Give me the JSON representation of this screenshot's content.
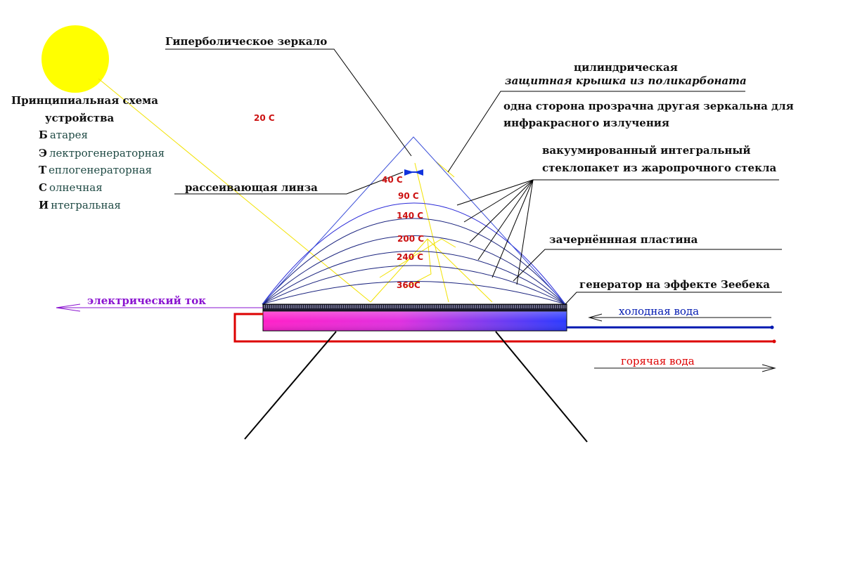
{
  "colors": {
    "sun": "#ffff00",
    "ray": "#f2e200",
    "arc": "#1a237e",
    "cover": "#3b4fd8",
    "leader": "#000000",
    "temperature": "#cc1111",
    "hot_pipe": "#dd0000",
    "cold_pipe": "#0018b0",
    "current": "#8a12d0",
    "legend_rest": "#1f4a44"
  },
  "scheme": {
    "title_line1": "Принципиальная схема",
    "title_line2": "устройства",
    "items": [
      {
        "initial": "Б",
        "rest": "атарея"
      },
      {
        "initial": "Э",
        "rest": "лектрогенераторная"
      },
      {
        "initial": "Т",
        "rest": "еплогенераторная"
      },
      {
        "initial": "С",
        "rest": "олнечная"
      },
      {
        "initial": "И",
        "rest": "нтегральная"
      }
    ]
  },
  "labels": {
    "hyperbolic_mirror": "Гиперболическое зеркало",
    "cylindrical": "цилиндрическая",
    "protective_cover": "защитная крышка из поликарбоната",
    "one_side_line1": "одна сторона прозрачна другая зеркальна для",
    "one_side_line2": "инфракрасного излучения",
    "glass_unit_line1": "вакуумированный интегральный",
    "glass_unit_line2": "стеклопакет из жаропрочного стекла",
    "diffusing_lens": "рассеивающая линза",
    "blackened_plate": "зачернённная пластина",
    "seebeck_generator": "генератор на эффекте Зеебека",
    "electric_current": "электрический ток",
    "cold_water": "холодная вода",
    "hot_water": "горячая вода"
  },
  "temperatures": [
    "20 C",
    "40 C",
    "90 C",
    "140 C",
    "200 C",
    "240 C",
    "360C"
  ]
}
